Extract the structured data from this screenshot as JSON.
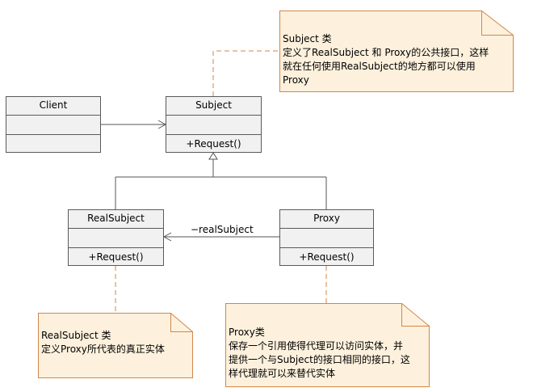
{
  "classes": {
    "client": {
      "name": "Client",
      "operation": ""
    },
    "subject": {
      "name": "Subject",
      "operation": "+Request()"
    },
    "realsubject": {
      "name": "RealSubject",
      "operation": "+Request()"
    },
    "proxy": {
      "name": "Proxy",
      "operation": "+Request()"
    }
  },
  "association_label": "−realSubject",
  "notes": {
    "subject": [
      "Subject 类",
      "定义了RealSubject  和  Proxy的公共接口，这样",
      "就在任何使用RealSubject的地方都可以使用",
      "Proxy"
    ],
    "realsubject": [
      "RealSubject 类",
      "定义Proxy所代表的真正实体"
    ],
    "proxy": [
      "Proxy类",
      "保存一个引用使得代理可以访问实体，并",
      "提供一个与Subject的接口相同的接口，这",
      "样代理就可以来替代实体"
    ]
  },
  "colors": {
    "note_fill": "#fdf1dd",
    "note_border": "#d2864a",
    "class_fill": "#f1f1f1",
    "class_border": "#5a5a5a",
    "dashed_line": "#d2864a"
  }
}
